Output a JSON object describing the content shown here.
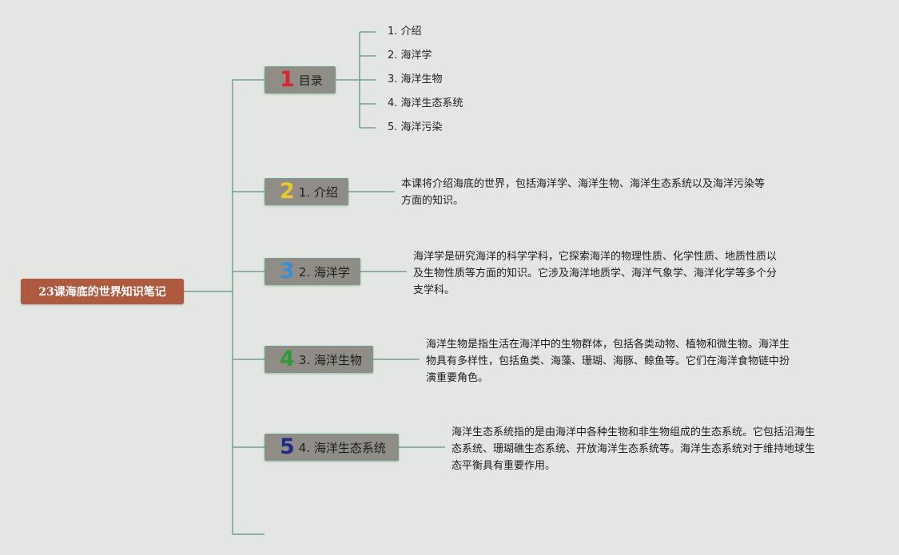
{
  "colors": {
    "background": "#e4e6e3",
    "connector": "#6f9f91",
    "root_fill": "#ad5a3e",
    "topic_fill": "#8f8d86",
    "number_1": "#d72631",
    "number_2": "#e9c72e",
    "number_3": "#3a8fd0",
    "number_4": "#2f9a3c",
    "number_5": "#1f2c86"
  },
  "root": {
    "label": "23课海底的世界知识笔记"
  },
  "topics": [
    {
      "number": "1",
      "label": "目录",
      "children": [
        "1. 介绍",
        "2. 海洋学",
        "3. 海洋生物",
        "4. 海洋生态系统",
        "5. 海洋污染"
      ]
    },
    {
      "number": "2",
      "label": "1. 介绍",
      "description": "本课将介绍海底的世界，包括海洋学、海洋生物、海洋生态系统以及海洋污染等\n方面的知识。"
    },
    {
      "number": "3",
      "label": "2. 海洋学",
      "description": "海洋学是研究海洋的科学学科，它探索海洋的物理性质、化学性质、地质性质以\n及生物性质等方面的知识。它涉及海洋地质学、海洋气象学、海洋化学等多个分\n支学科。"
    },
    {
      "number": "4",
      "label": "3. 海洋生物",
      "description": "海洋生物是指生活在海洋中的生物群体，包括各类动物、植物和微生物。海洋生\n物具有多样性，包括鱼类、海藻、珊瑚、海豚、鲸鱼等。它们在海洋食物链中扮\n演重要角色。"
    },
    {
      "number": "5",
      "label": "4. 海洋生态系统",
      "description": "海洋生态系统指的是由海洋中各种生物和非生物组成的生态系统。它包括沿海生\n态系统、珊瑚礁生态系统、开放海洋生态系统等。海洋生态系统对于维持地球生\n态平衡具有重要作用。"
    }
  ]
}
